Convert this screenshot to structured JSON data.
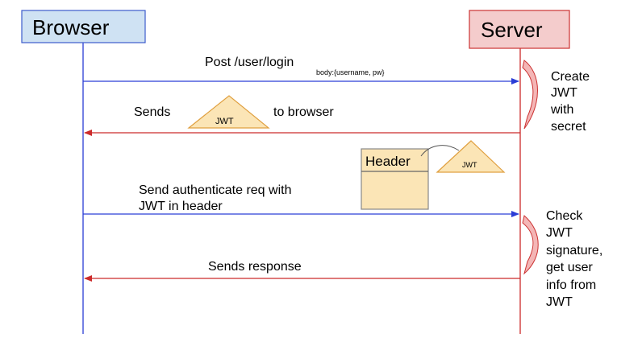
{
  "participants": {
    "browser": {
      "label": "Browser",
      "fill": "#cfe2f3",
      "stroke": "#3d5ccc",
      "line": "#2b3dd6"
    },
    "server": {
      "label": "Server",
      "fill": "#f4cccc",
      "stroke": "#cc3333",
      "line": "#cc2b2b"
    }
  },
  "messages": {
    "login": {
      "label": "Post /user/login",
      "detail": "body:{username, pw}",
      "color": "#2b3dd6"
    },
    "sends_jwt": {
      "label_before": "Sends",
      "token": "JWT",
      "label_after": "to browser",
      "color": "#cc2b2b"
    },
    "auth_req": {
      "line1": "Send authenticate req with",
      "line2": "JWT in header",
      "color": "#2b3dd6"
    },
    "response": {
      "label": "Sends response",
      "color": "#cc2b2b"
    }
  },
  "notes": {
    "create": {
      "lines": [
        "Create",
        "JWT",
        "with",
        "secret"
      ]
    },
    "check": {
      "lines": [
        "Check",
        "JWT",
        "signature,",
        "get user",
        "info from",
        "JWT"
      ]
    }
  },
  "header_box": {
    "label": "Header",
    "token": "JWT"
  },
  "colors": {
    "token_fill": "#fbe5b6",
    "token_stroke": "#e0a040",
    "self_arrow": "#f4b6b6",
    "self_arrow_stroke": "#cc3333"
  }
}
